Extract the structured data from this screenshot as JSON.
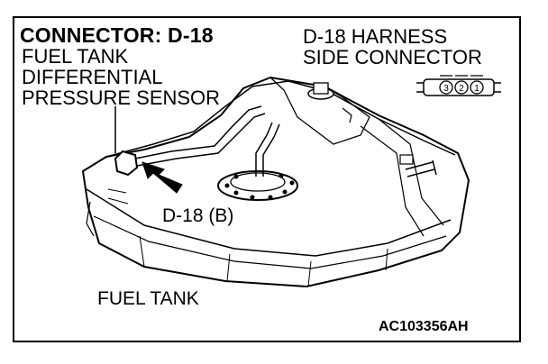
{
  "figure": {
    "title": "CONNECTOR: D-18",
    "component_lines": [
      "FUEL TANK",
      "DIFFERENTIAL",
      "PRESSURE SENSOR"
    ],
    "harness_lines": [
      "D-18 HARNESS",
      "SIDE CONNECTOR"
    ],
    "connector_pins": [
      "3",
      "2",
      "1"
    ],
    "connector_callout": "D-18 (B)",
    "tank_label": "FUEL TANK",
    "figure_code": "AC103356AH"
  }
}
